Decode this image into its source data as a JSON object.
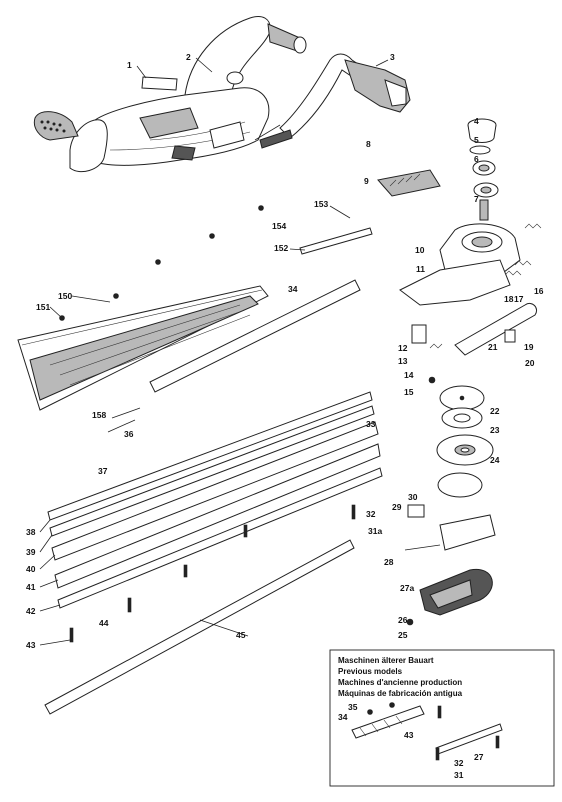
{
  "diagram": {
    "part_numbers": [
      {
        "id": "p1",
        "text": "1"
      },
      {
        "id": "p2",
        "text": "2"
      },
      {
        "id": "p3",
        "text": "3"
      },
      {
        "id": "p4",
        "text": "4"
      },
      {
        "id": "p5",
        "text": "5"
      },
      {
        "id": "p6",
        "text": "6"
      },
      {
        "id": "p7",
        "text": "7"
      },
      {
        "id": "p8",
        "text": "8"
      },
      {
        "id": "p9",
        "text": "9"
      },
      {
        "id": "p10",
        "text": "10"
      },
      {
        "id": "p11",
        "text": "11"
      },
      {
        "id": "p12",
        "text": "12"
      },
      {
        "id": "p13",
        "text": "13"
      },
      {
        "id": "p14",
        "text": "14"
      },
      {
        "id": "p15",
        "text": "15"
      },
      {
        "id": "p16",
        "text": "16"
      },
      {
        "id": "p17",
        "text": "17"
      },
      {
        "id": "p18",
        "text": "18"
      },
      {
        "id": "p19",
        "text": "19"
      },
      {
        "id": "p20",
        "text": "20"
      },
      {
        "id": "p21",
        "text": "21"
      },
      {
        "id": "p22",
        "text": "22"
      },
      {
        "id": "p23",
        "text": "23"
      },
      {
        "id": "p24",
        "text": "24"
      },
      {
        "id": "p25",
        "text": "25"
      },
      {
        "id": "p26",
        "text": "26"
      },
      {
        "id": "p27a",
        "text": "27a"
      },
      {
        "id": "p28",
        "text": "28"
      },
      {
        "id": "p29",
        "text": "29"
      },
      {
        "id": "p30",
        "text": "30"
      },
      {
        "id": "p31a",
        "text": "31a"
      },
      {
        "id": "p32",
        "text": "32"
      },
      {
        "id": "p33",
        "text": "33"
      },
      {
        "id": "p34",
        "text": "34"
      },
      {
        "id": "p36",
        "text": "36"
      },
      {
        "id": "p37",
        "text": "37"
      },
      {
        "id": "p38",
        "text": "38"
      },
      {
        "id": "p39",
        "text": "39"
      },
      {
        "id": "p40",
        "text": "40"
      },
      {
        "id": "p41",
        "text": "41"
      },
      {
        "id": "p42",
        "text": "42"
      },
      {
        "id": "p43",
        "text": "43"
      },
      {
        "id": "p44",
        "text": "44"
      },
      {
        "id": "p45",
        "text": "45"
      },
      {
        "id": "p150",
        "text": "150"
      },
      {
        "id": "p151",
        "text": "151"
      },
      {
        "id": "p152",
        "text": "152"
      },
      {
        "id": "p153",
        "text": "153"
      },
      {
        "id": "p154",
        "text": "154"
      },
      {
        "id": "p158",
        "text": "158"
      }
    ],
    "inset": {
      "title_lines": [
        "Maschinen älterer Bauart",
        "Previous models",
        "Machines d'ancienne production",
        "Máquinas de fabricación antigua"
      ],
      "part_numbers": [
        {
          "id": "i35",
          "text": "35"
        },
        {
          "id": "i34",
          "text": "34"
        },
        {
          "id": "i43",
          "text": "43"
        },
        {
          "id": "i32",
          "text": "32"
        },
        {
          "id": "i27",
          "text": "27"
        },
        {
          "id": "i31",
          "text": "31"
        }
      ]
    }
  }
}
